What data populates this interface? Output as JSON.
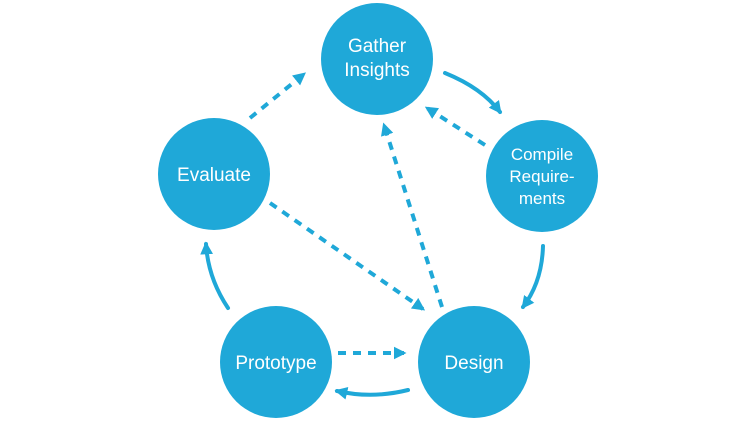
{
  "colors": {
    "accent": "#1fa8d8",
    "background": "#ffffff"
  },
  "nodes": {
    "gather": {
      "lines": [
        "Gather",
        "Insights"
      ]
    },
    "compile": {
      "lines": [
        "Compile",
        "Require-",
        "ments"
      ]
    },
    "design": {
      "lines": [
        "Design"
      ]
    },
    "prototype": {
      "lines": [
        "Prototype"
      ]
    },
    "evaluate": {
      "lines": [
        "Evaluate"
      ]
    }
  },
  "arrows": {
    "solid": [
      {
        "from": "Gather Insights",
        "to": "Compile Requirements"
      },
      {
        "from": "Compile Requirements",
        "to": "Design"
      },
      {
        "from": "Design",
        "to": "Prototype"
      },
      {
        "from": "Prototype",
        "to": "Evaluate"
      }
    ],
    "dashed": [
      {
        "from": "Evaluate",
        "to": "Gather Insights"
      },
      {
        "from": "Compile Requirements",
        "to": "Gather Insights"
      },
      {
        "from": "Design",
        "to": "Gather Insights"
      },
      {
        "from": "Evaluate",
        "to": "Design"
      },
      {
        "from": "Prototype",
        "to": "Design"
      }
    ]
  }
}
